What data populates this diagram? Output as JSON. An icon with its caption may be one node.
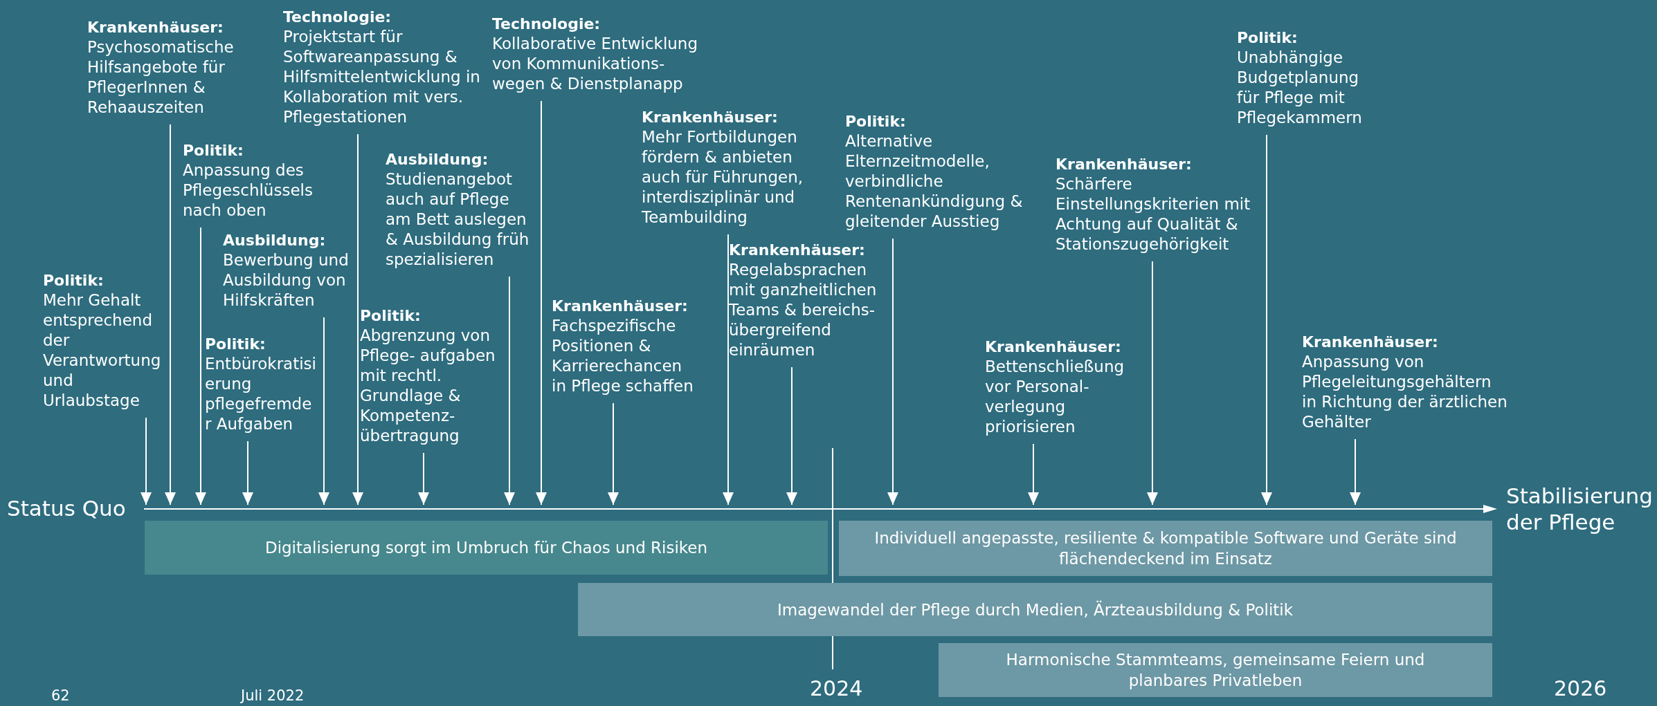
{
  "diagram": {
    "nodes": [
      {
        "text": [
          "Politik:",
          "Mehr Gehalt entsprechend der Verantwortung und Urlaubstage"
        ]
      },
      {
        "text": [
          "Krankenhäuser:",
          "Psychosomatische Hilfsangebote für PflegerInnen & Rehaauszeiten"
        ]
      },
      {
        "text": [
          "Politik:",
          "Anpassung des Pflegeschlüssels nach oben"
        ]
      },
      {
        "text": [
          "Ausbildung:",
          "Bewerbung und Ausbildung von Hilfskräften"
        ]
      },
      {
        "text": [
          "Politik:",
          "Entbürokratisierung pflegefremder Aufgaben"
        ]
      },
      {
        "text": [
          "Technologie:",
          "Projektstart für Softwareanpassung & Hilfsmittelentwicklung in Kollaboration mit vers. Pflegestationen"
        ]
      },
      {
        "text": [
          "Politik:",
          "Abgrenzung von Pflege- aufgaben mit rechtl. Grundlage & Kompetenz- übertragung"
        ]
      },
      {
        "text": [
          "Ausbildung:",
          "Studienangebot auch auf Pflege am Bett auslegen & Ausbildung früh spezialisieren"
        ]
      },
      {
        "text": [
          "Technologie:",
          "Kollaborative Entwicklung von Kommunikations- wegen & Dienstplanapp"
        ]
      },
      {
        "text": [
          "Krankenhäuser:",
          "Fachspezifische Positionen & Karrierechancen in Pflege schaffen"
        ]
      },
      {
        "text": [
          "Krankenhäuser:",
          "Mehr Fortbildungen fördern & anbieten auch für Führungen, interdisziplinär und Teambuilding"
        ]
      },
      {
        "text": [
          "Krankenhäuser:",
          "Regelabsprachen mit ganzheitlichen Teams & bereichs- übergreifend einräumen"
        ]
      },
      {
        "text": [
          "Politik:",
          "Alternative Elternzeitmodelle, verbindliche Rentenankündigung & gleitender Ausstieg"
        ]
      },
      {
        "text": [
          "Krankenhäuser:",
          "Bettenschließung vor Personal- verlegung priorisieren"
        ]
      },
      {
        "text": [
          "Krankenhäuser:",
          "Schärfere Einstellungskriterien mit Achtung auf Qualität & Stationszugehörigkeit"
        ]
      },
      {
        "text": [
          "Politik:",
          "Unabhängige Budgetplanung für Pflege mit Pflegekammern"
        ]
      },
      {
        "text": [
          "Krankenhäuser:",
          "Anpassung von Pflegeleitungsgehältern in Richtung der ärztlichen Gehälter"
        ]
      },
      {
        "text": [
          "Status Quo"
        ]
      },
      {
        "text": [],
        "shape": "bar"
      },
      {
        "text": [
          "Stabilisierung der Pflege"
        ]
      },
      {
        "text": [
          "Digitalisierung sorgt im Umbruch für Chaos und Risiken"
        ]
      },
      {
        "text": [
          "Individuell angepasste, resiliente & kompatible Software und Geräte sind flächendeckend im Einsatz"
        ]
      },
      {
        "text": [
          "Imagewandel der Pflege durch Medien, Ärzteausbildung & Politik"
        ]
      },
      {
        "text": [
          "Harmonische Stammteams, gemeinsame Feiern und planbares Privatleben"
        ]
      }
    ],
    "edges": [
      {
        "from": 0,
        "to": 18,
        "arrow": "to"
      },
      {
        "from": 1,
        "to": 18,
        "arrow": "to"
      },
      {
        "from": 2,
        "to": 18,
        "arrow": "to"
      },
      {
        "from": 4,
        "to": 18,
        "arrow": "to"
      },
      {
        "from": 3,
        "to": 18,
        "arrow": "to"
      },
      {
        "from": 5,
        "to": 18,
        "arrow": "to"
      },
      {
        "from": 6,
        "to": 18,
        "arrow": "to"
      },
      {
        "from": 7,
        "to": 18,
        "arrow": "to"
      },
      {
        "from": 8,
        "to": 18,
        "arrow": "to"
      },
      {
        "from": 9,
        "to": 18,
        "arrow": "to"
      },
      {
        "from": 10,
        "to": 18,
        "arrow": "to"
      },
      {
        "from": 11,
        "to": 18,
        "arrow": "to"
      },
      {
        "from": 12,
        "to": 18,
        "arrow": "to"
      },
      {
        "from": 13,
        "to": 18,
        "arrow": "to"
      },
      {
        "from": 14,
        "to": 18,
        "arrow": "to"
      },
      {
        "from": 15,
        "to": 18,
        "arrow": "to"
      },
      {
        "from": 16,
        "to": 18,
        "arrow": "to"
      }
    ],
    "labels": [
      "2024",
      "2026",
      "62",
      "Juli 2022"
    ]
  }
}
